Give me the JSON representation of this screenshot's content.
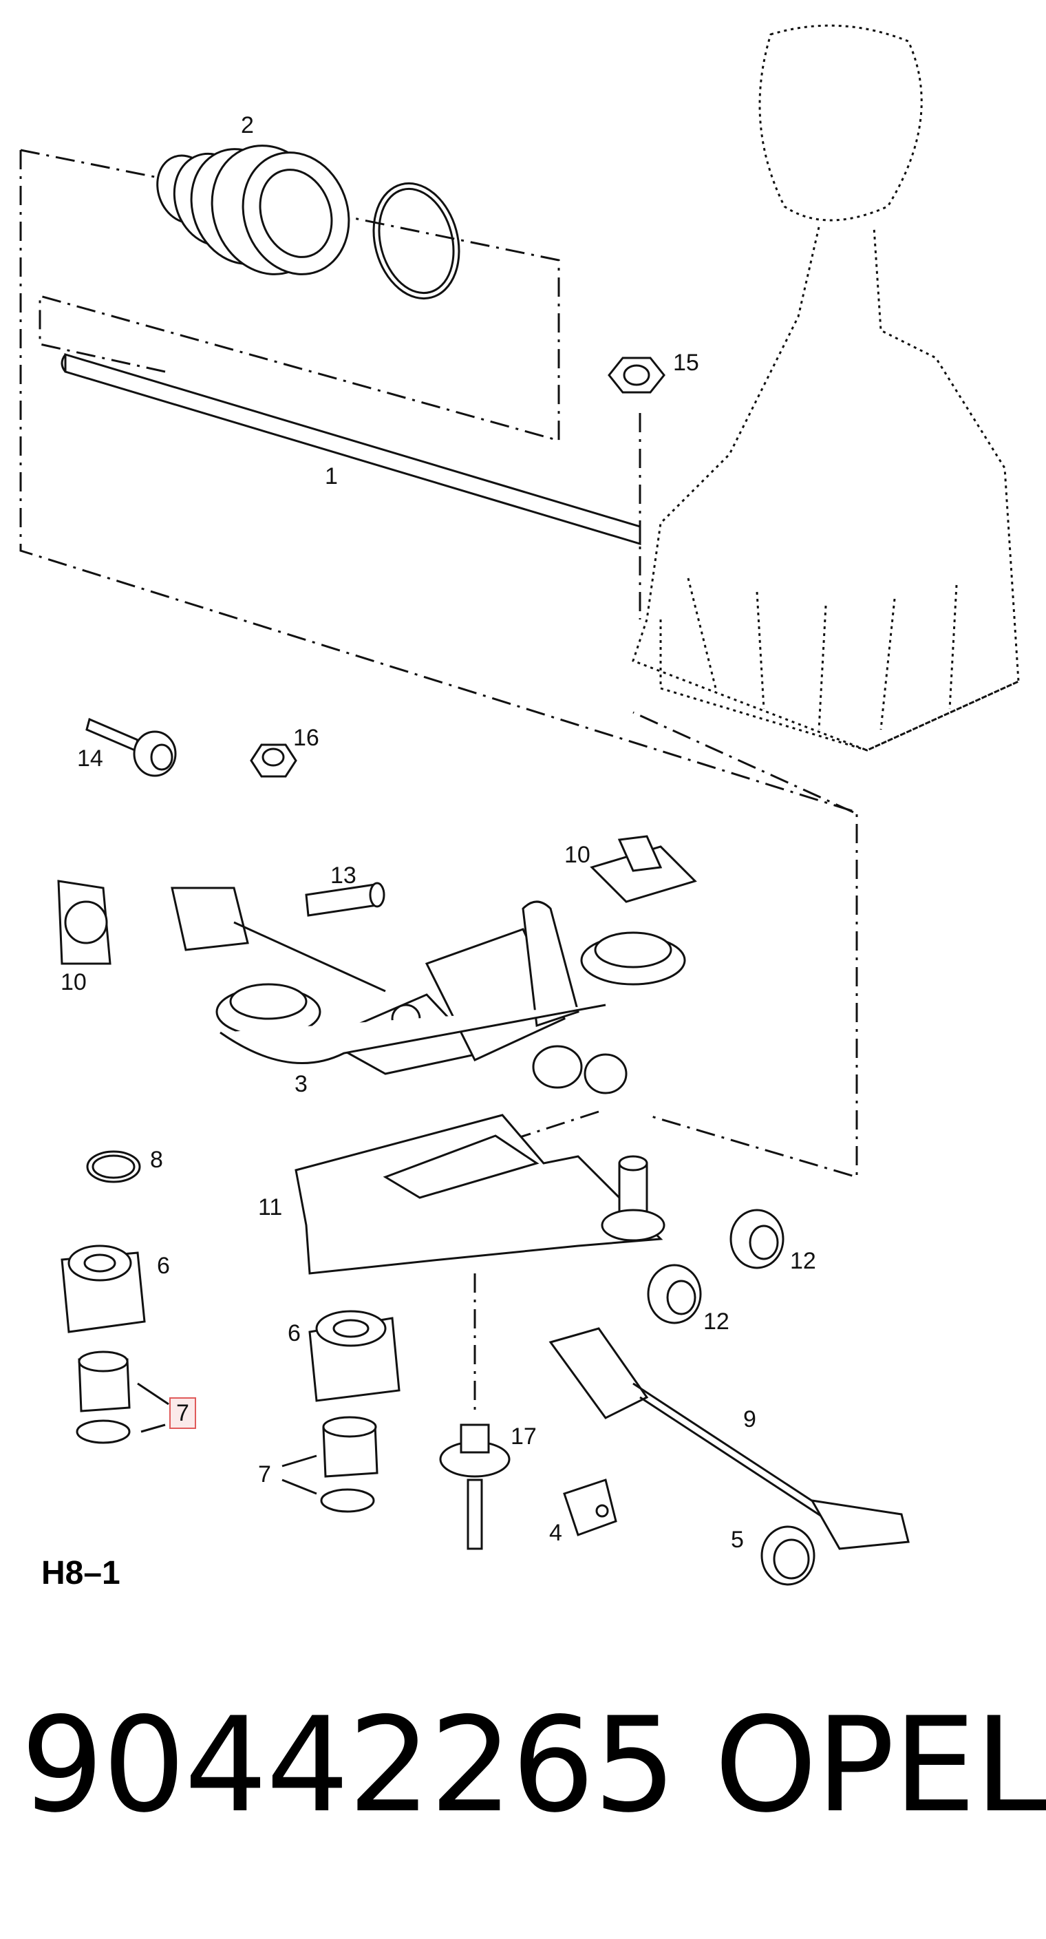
{
  "diagram": {
    "sheet_code": "H8–1",
    "highlighted_callout": "7",
    "highlight_color": "#e05a5a",
    "callouts": {
      "c2": "2",
      "c15": "15",
      "c1": "1",
      "c14": "14",
      "c16": "16",
      "c13": "13",
      "c10a": "10",
      "c10b": "10",
      "c3": "3",
      "c8": "8",
      "c11": "11",
      "c6a": "6",
      "c6b": "6",
      "c12a": "12",
      "c12b": "12",
      "c7a": "7",
      "c7b": "7",
      "c9": "9",
      "c17": "17",
      "c4": "4",
      "c5": "5"
    }
  },
  "footer": {
    "part_number": "90442265",
    "brand": "OPEL"
  }
}
